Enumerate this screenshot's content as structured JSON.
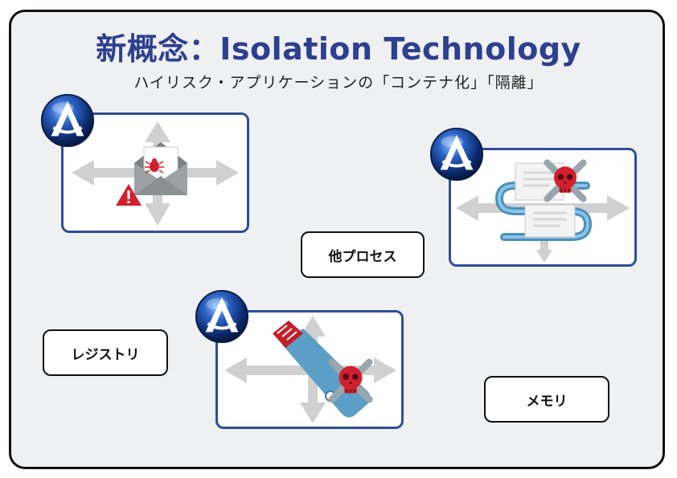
{
  "title": {
    "prefix": "新概念：",
    "main": "Isolation Technology",
    "prefix_color": "#2d3f8f",
    "main_color": "#2d3f8f"
  },
  "subtitle": "ハイリスク・アプリケーションの「コンテナ化」「隔離」",
  "labels": {
    "other_process": "他プロセス",
    "registry": "レジストリ",
    "memory": "メモリ"
  },
  "icons": {
    "panel_1": [
      "alpha-badge-icon",
      "email-icon",
      "bug-icon",
      "warning-icon",
      "bidirectional-arrows-icon"
    ],
    "panel_2": [
      "alpha-badge-icon",
      "document-icon",
      "skull-icon",
      "pipe-icon",
      "bidirectional-arrows-icon"
    ],
    "panel_3": [
      "alpha-badge-icon",
      "usb-drive-icon",
      "skull-icon",
      "bidirectional-arrows-icon"
    ]
  },
  "colors": {
    "panel_border": "#2d4f97",
    "danger": "#d0202e",
    "arrow": "#d0d0d0",
    "pipe": "#5b9ec6",
    "badge": "#1f4fa3"
  }
}
